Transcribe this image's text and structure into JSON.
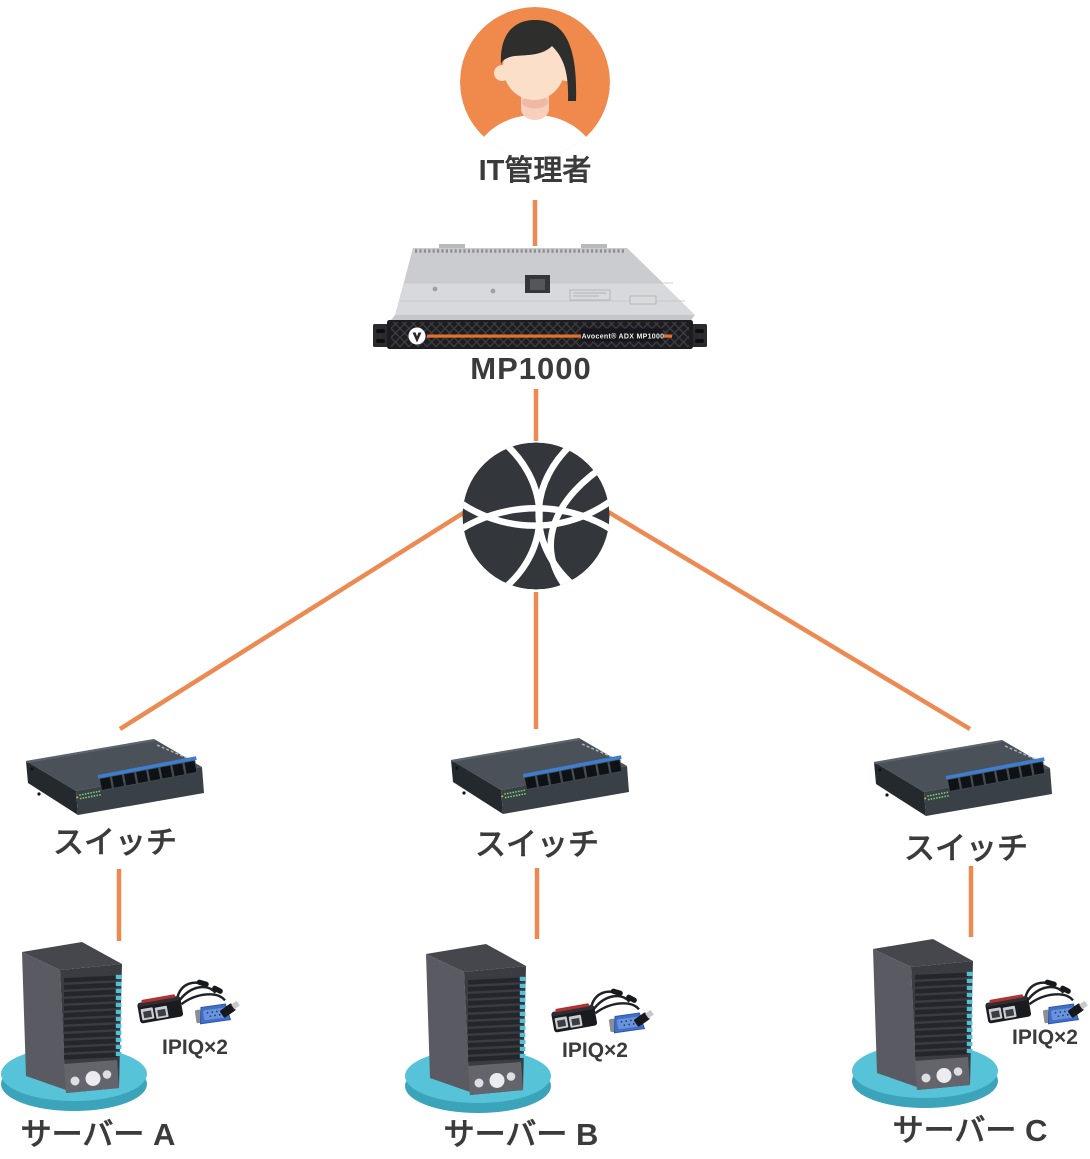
{
  "diagram": {
    "admin": {
      "label": "IT管理者",
      "icon": "person-avatar"
    },
    "mp1000": {
      "label": "MP1000",
      "bezel_text": "Avocent® ADX MP1000",
      "brand_icon": "vertiv-logo"
    },
    "network": {
      "icon": "globe-network"
    },
    "switches": [
      {
        "label": "スイッチ"
      },
      {
        "label": "スイッチ"
      },
      {
        "label": "スイッチ"
      }
    ],
    "servers": [
      {
        "label": "サーバー A",
        "dongle": "IPIQ×2"
      },
      {
        "label": "サーバー B",
        "dongle": "IPIQ×2"
      },
      {
        "label": "サーバー C",
        "dongle": "IPIQ×2"
      }
    ],
    "colors": {
      "line_orange": "#ED8A52",
      "avatar_orange": "#EF8A4C",
      "stripe_orange": "#E2702E",
      "label_dark": "#3B3B3B",
      "globe_dark": "#33363B",
      "switch_blue": "#3E7ECF",
      "platform_teal": "#57C3D8",
      "server_teal_accent": "#4FC0D5"
    }
  }
}
